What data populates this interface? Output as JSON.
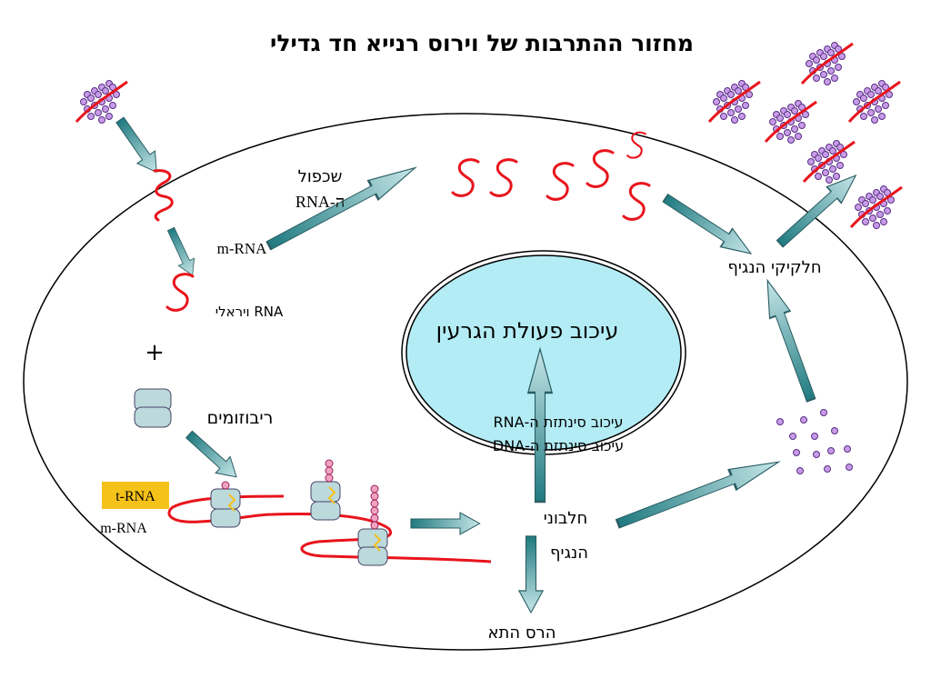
{
  "title": "מחזור ההתרבות  של  וירוס רנייא חד גדילי",
  "labels": {
    "replication_line1": "שכפול",
    "replication_line2": "ה-RNA",
    "mrna_upper": "m-RNA",
    "viral_rna": "RNA ויראלי",
    "plus_sign": "+",
    "ribosomes": "ריבוזומים",
    "trna": "t-RNA",
    "mrna_lower": "m-RNA",
    "nucleus": "עיכוב פעולת הגרעין",
    "inhibit_rna": "עיכוב סינתזת ה-RNA",
    "inhibit_dna": "עיכוב סינתזת ה-DNA",
    "virus_proteins_line1": "חלבוני",
    "virus_proteins_line2": "הנגיף",
    "virus_particles": "חלקיקי הנגיף",
    "cell_destruction": "הרס התא"
  },
  "colors": {
    "rna_strand": "#e8141c",
    "virus_particle": "#c79be8",
    "ribosome": "#bcd9dc",
    "nucleus_fill": "#b3ecf5",
    "trna_box": "#f5c21a",
    "arrow_dark": "#1f7a80",
    "arrow_light": "#c6e6e8"
  }
}
